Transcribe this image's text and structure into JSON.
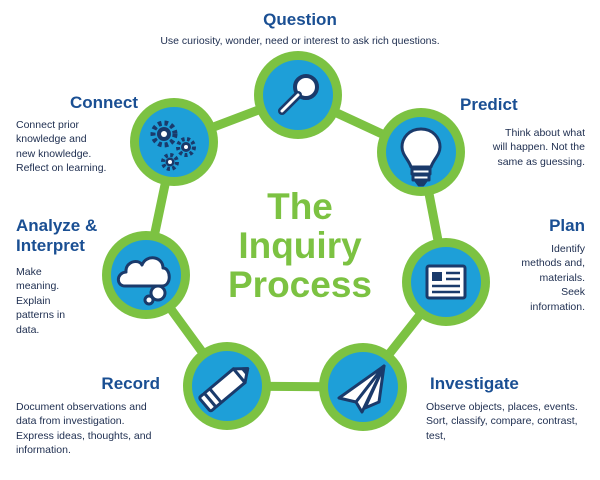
{
  "center_title": {
    "line1": "The",
    "line2": "Inquiry",
    "line3": "Process"
  },
  "steps": {
    "question": {
      "title": "Question",
      "description": "Use curiosity, wonder, need or interest to ask rich questions.",
      "icon": "magnifier-icon"
    },
    "predict": {
      "title": "Predict",
      "description_lines": [
        "Think about what",
        "will happen. Not the",
        "same as guessing."
      ],
      "icon": "lightbulb-icon"
    },
    "plan": {
      "title": "Plan",
      "description_lines": [
        "Identify",
        "methods and,",
        "materials.",
        "Seek",
        "information."
      ],
      "icon": "document-icon"
    },
    "investigate": {
      "title": "Investigate",
      "description_lines": [
        "Observe objects, places, events.",
        "Sort, classify, compare, contrast,",
        "test,"
      ],
      "icon": "paper-plane-icon"
    },
    "record": {
      "title": "Record",
      "description_lines": [
        "Document observations and",
        "data from investigation.",
        "Express ideas, thoughts, and",
        "information."
      ],
      "icon": "pencil-icon"
    },
    "analyze": {
      "title_lines": [
        "Analyze &",
        "Interpret"
      ],
      "description_lines": [
        "Make",
        "meaning.",
        "Explain",
        "patterns in",
        "data."
      ],
      "icon": "cloud-icon"
    },
    "connect": {
      "title": "Connect",
      "description_lines": [
        "Connect prior",
        "knowledge and",
        "new knowledge.",
        "Reflect on learning."
      ],
      "icon": "gears-icon"
    }
  },
  "colors": {
    "green": "#7cc242",
    "blue": "#1e9fd8",
    "navy": "#1a3a6b",
    "heading": "#1a4f93"
  }
}
